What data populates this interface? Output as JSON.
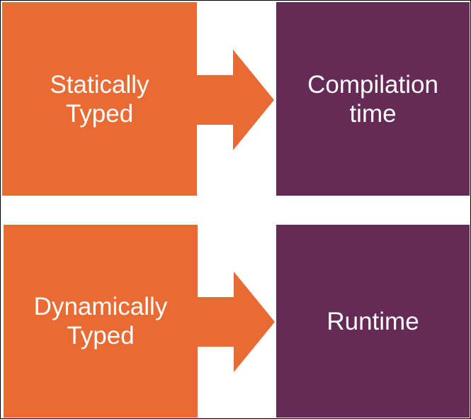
{
  "diagram": {
    "rows": [
      {
        "from_label": "Statically\nTyped",
        "to_label": "Compilation\ntime"
      },
      {
        "from_label": "Dynamically\nTyped",
        "to_label": "Runtime"
      }
    ]
  },
  "colors": {
    "orange": "#ea6a33",
    "purple": "#652a55",
    "text": "#ffffff",
    "border": "#000000"
  }
}
